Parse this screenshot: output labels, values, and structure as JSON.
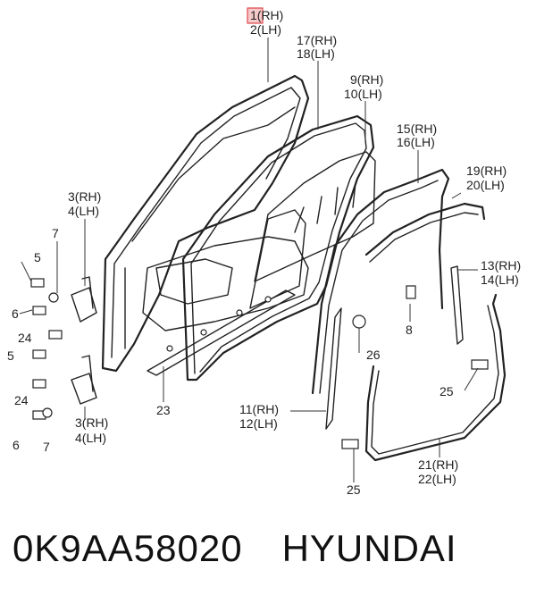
{
  "labels": {
    "l1": "1(RH)",
    "l2": "2(LH)",
    "l17": "17(RH)",
    "l18": "18(LH)",
    "l9": "9(RH)",
    "l10": "10(LH)",
    "l15": "15(RH)",
    "l16": "16(LH)",
    "l19": "19(RH)",
    "l20": "20(LH)",
    "l3a": "3(RH)",
    "l4a": "4(LH)",
    "l7a": "7",
    "l5a": "5",
    "l6a": "6",
    "l13": "13(RH)",
    "l14": "14(LH)",
    "l8": "8",
    "l24a": "24",
    "l5b": "5",
    "l26": "26",
    "l25a": "25",
    "l24b": "24",
    "l23": "23",
    "l11": "11(RH)",
    "l12": "12(LH)",
    "l3b": "3(RH)",
    "l4b": "4(LH)",
    "l6b": "6",
    "l7b": "7",
    "l21": "21(RH)",
    "l22": "22(LH)",
    "l25b": "25"
  },
  "caption": {
    "part_number": "0K9AA58020",
    "brand": "HYUNDAI"
  },
  "colors": {
    "highlight": "#e0464a",
    "ink": "#222222"
  }
}
